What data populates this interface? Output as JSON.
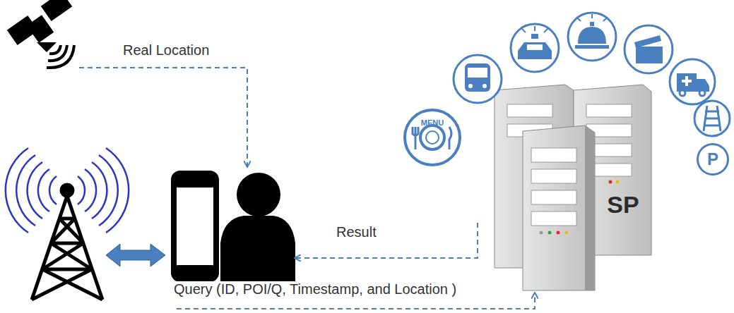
{
  "diagram": {
    "nodes": [
      {
        "text": [
          "MENU"
        ]
      },
      {
        "text": [
          "P"
        ]
      },
      {
        "text": [
          "SP"
        ]
      }
    ],
    "labels": [
      "Real Location",
      "Result",
      "Query (ID, POI/Q, Timestamp, and Location )"
    ]
  }
}
